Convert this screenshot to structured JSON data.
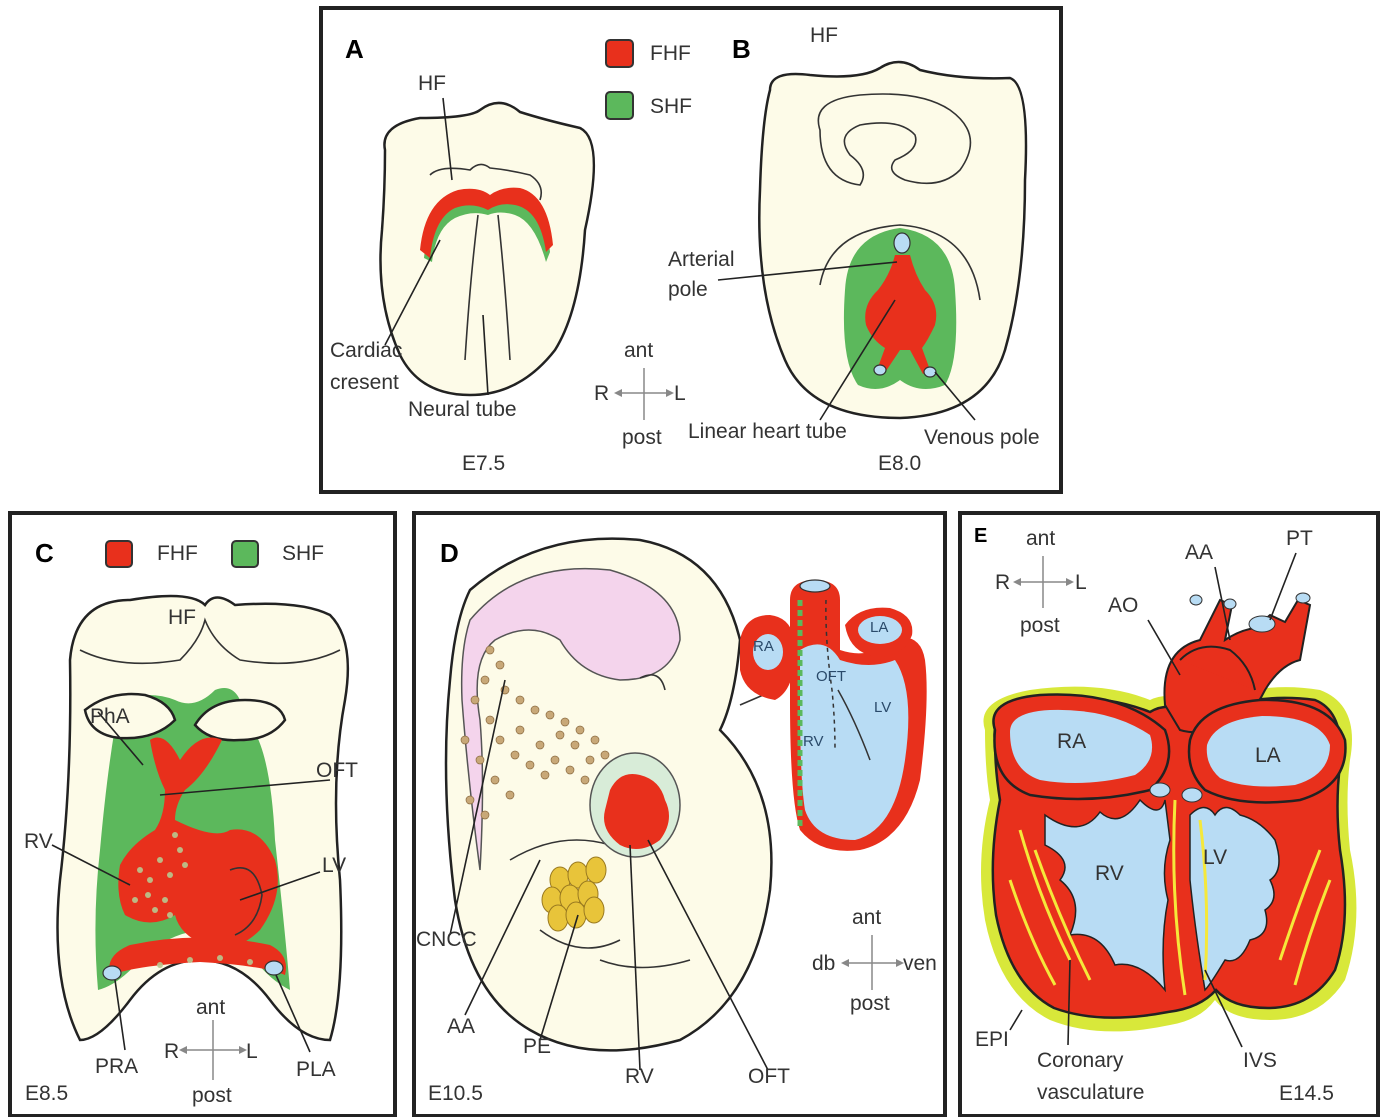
{
  "panels": {
    "A": {
      "letter": "A",
      "stage": "E7.5",
      "labels": {
        "hf": "HF",
        "cardiac1": "Cardiac",
        "cardiac2": "cresent",
        "neural": "Neural tube"
      }
    },
    "B": {
      "letter": "B",
      "stage": "E8.0",
      "labels": {
        "hf": "HF",
        "arterial1": "Arterial",
        "arterial2": "pole",
        "linear": "Linear heart tube",
        "venous": "Venous pole"
      }
    },
    "C": {
      "letter": "C",
      "stage": "E8.5",
      "labels": {
        "hf": "HF",
        "pha": "PhA",
        "oft": "OFT",
        "rv": "RV",
        "lv": "LV",
        "pra": "PRA",
        "pla": "PLA"
      }
    },
    "D": {
      "letter": "D",
      "stage": "E10.5",
      "labels": {
        "ra": "RA",
        "la": "LA",
        "oft_inset": "OFT",
        "lv": "LV",
        "rv_inset": "RV",
        "cncc": "CNCC",
        "aa": "AA",
        "pe": "PE",
        "rv": "RV",
        "oft": "OFT"
      }
    },
    "E": {
      "letter": "E",
      "stage": "E14.5",
      "labels": {
        "aa": "AA",
        "pt": "PT",
        "ao": "AO",
        "ra": "RA",
        "la": "LA",
        "rv": "RV",
        "lv": "LV",
        "epi": "EPI",
        "coronary1": "Coronary",
        "coronary2": "vasculature",
        "ivs": "IVS"
      }
    }
  },
  "legend_top": {
    "fhf": "FHF",
    "shf": "SHF"
  },
  "legend_c": {
    "fhf": "FHF",
    "shf": "SHF"
  },
  "axes": {
    "top": {
      "ant": "ant",
      "post": "post",
      "r": "R",
      "l": "L"
    },
    "c": {
      "ant": "ant",
      "post": "post",
      "r": "R",
      "l": "L"
    },
    "d": {
      "ant": "ant",
      "post": "post",
      "left": "db",
      "right": "ven"
    },
    "e": {
      "ant": "ant",
      "post": "post",
      "r": "R",
      "l": "L"
    }
  },
  "colors": {
    "fhf": "#e8301c",
    "shf": "#5cb85c",
    "chamber_blue": "#b8dcf4",
    "embryo": "#fdfbe8",
    "epicardium": "#d8e83a",
    "coronary": "#f5e83a",
    "neural_crest": "#c8a878",
    "pe": "#e8c43a",
    "head_pink": "#f4d4ec"
  }
}
